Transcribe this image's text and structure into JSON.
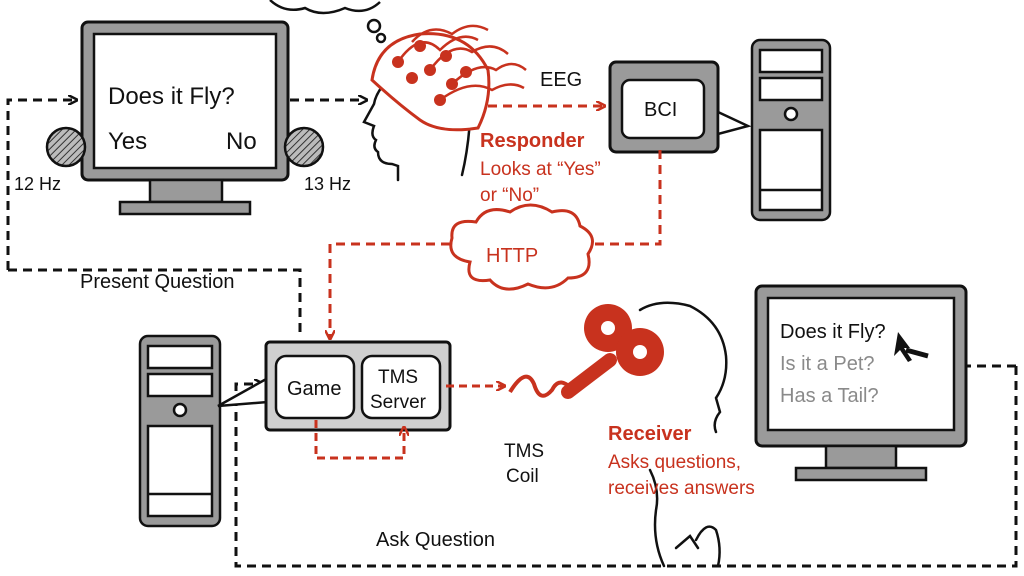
{
  "monitor_left": {
    "question": "Does it Fly?",
    "yes": "Yes",
    "no": "No",
    "freq_left": "12 Hz",
    "freq_right": "13 Hz"
  },
  "eeg": "EEG",
  "bci": "BCI",
  "responder": {
    "title": "Responder",
    "line1": "Looks at “Yes”",
    "line2": "or “No”"
  },
  "http": "HTTP",
  "present_question": "Present Question",
  "game": "Game",
  "tms_server": {
    "line1": "TMS",
    "line2": "Server"
  },
  "tms_coil": {
    "line1": "TMS",
    "line2": "Coil"
  },
  "receiver": {
    "title": "Receiver",
    "line1": "Asks questions,",
    "line2": "receives answers"
  },
  "monitor_right": {
    "q1": "Does it Fly?",
    "q2": "Is it a Pet?",
    "q3": "Has a Tail?"
  },
  "ask_question": "Ask Question",
  "colors": {
    "accent_red": "#c8321e",
    "frame_gray": "#9a9a9a",
    "dark": "#111111"
  }
}
